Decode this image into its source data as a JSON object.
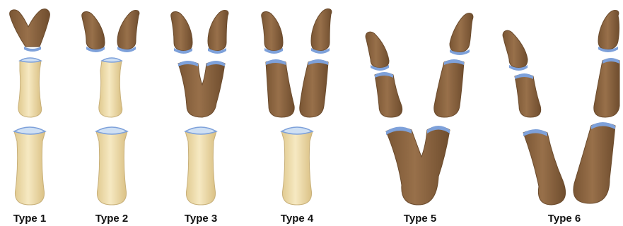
{
  "colors": {
    "duplicated": "#8b6540",
    "duplicated_edge": "#6a4a2c",
    "normal_bone": "#ecd9a4",
    "normal_edge": "#c8b07a",
    "cartilage": "#7ea1da",
    "cartilage_light": "#cfe0f4"
  },
  "types": [
    {
      "label": "Type 1"
    },
    {
      "label": "Type 2"
    },
    {
      "label": "Type 3"
    },
    {
      "label": "Type 4"
    },
    {
      "label": "Type 5"
    },
    {
      "label": "Type 6"
    }
  ]
}
